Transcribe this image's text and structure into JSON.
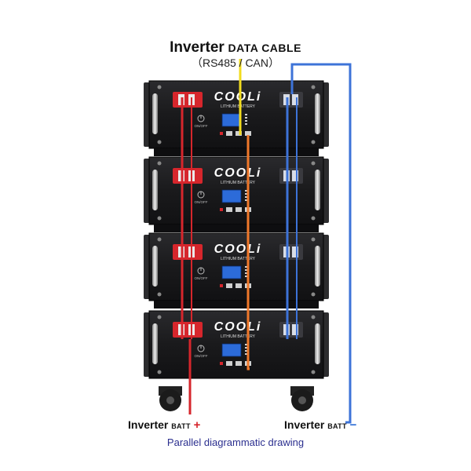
{
  "title": {
    "main": "Inverter",
    "cable": "DATA CABLE",
    "sub": "（RS485 / CAN）"
  },
  "battery": {
    "brand": "COOLi",
    "model_label": "LITHIUM BATTERY",
    "switch_label": "ON/OFF",
    "count": 4
  },
  "labels": {
    "left_main": "Inverter",
    "left_small": "BATT",
    "left_sign": "+",
    "right_main": "Inverter",
    "right_small": "BATT",
    "right_sign": "−"
  },
  "caption": "Parallel diagrammatic drawing",
  "colors": {
    "positive": "#d6262c",
    "negative": "#3d73d8",
    "data": "#f2dc1e",
    "comm": "#f0782a",
    "case": "#1e1e20",
    "display": "#2c6bd9"
  },
  "icons": [
    "handle-icon",
    "terminal-icon",
    "power-switch-icon",
    "lcd-display-icon",
    "wheel-icon"
  ]
}
